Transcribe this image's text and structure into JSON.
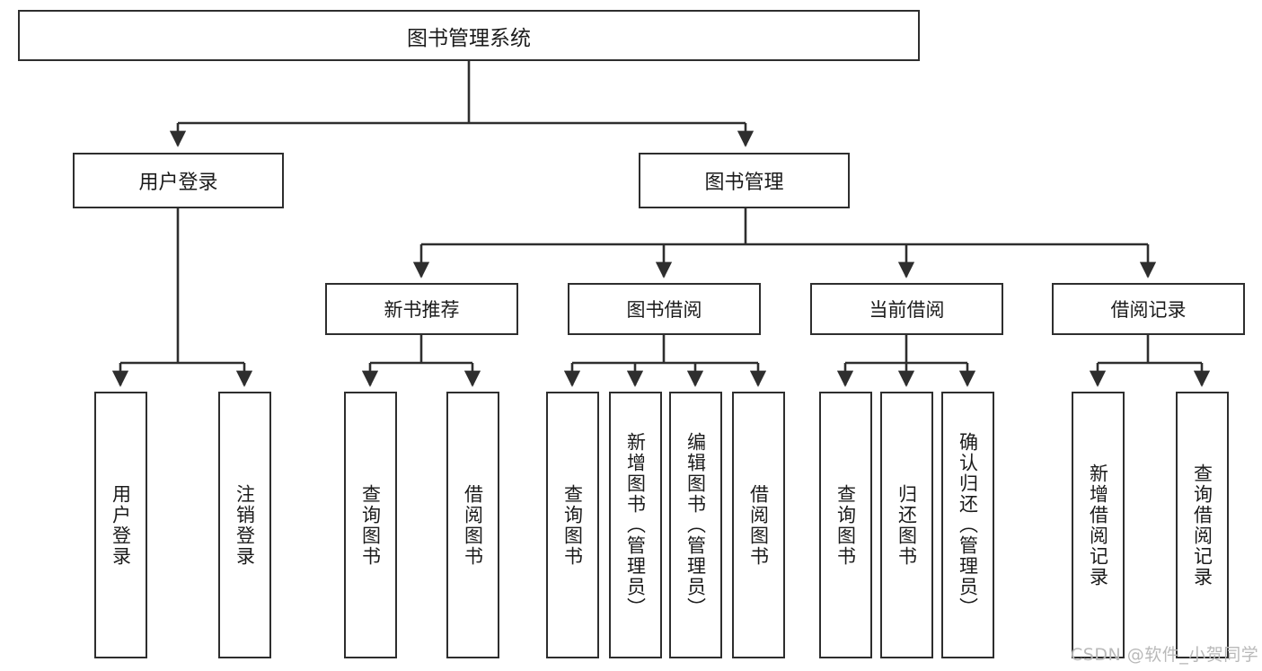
{
  "diagram": {
    "type": "tree-hierarchy-flowchart",
    "title": "图书管理系统",
    "root": {
      "id": "root",
      "label": "图书管理系统"
    },
    "level2": [
      {
        "id": "user-login",
        "label": "用户登录"
      },
      {
        "id": "book-management",
        "label": "图书管理"
      }
    ],
    "level3": [
      {
        "id": "new-book-recommend",
        "label": "新书推荐",
        "parent": "book-management"
      },
      {
        "id": "book-borrow",
        "label": "图书借阅",
        "parent": "book-management"
      },
      {
        "id": "current-borrow",
        "label": "当前借阅",
        "parent": "book-management"
      },
      {
        "id": "borrow-record",
        "label": "借阅记录",
        "parent": "book-management"
      }
    ],
    "leaves": [
      {
        "id": "leaf-user-login",
        "label": "用户登录",
        "parent": "user-login"
      },
      {
        "id": "leaf-logout-login",
        "label": "注销登录",
        "parent": "user-login"
      },
      {
        "id": "leaf-query-book-1",
        "label": "查询图书",
        "parent": "new-book-recommend"
      },
      {
        "id": "leaf-borrow-book-1",
        "label": "借阅图书",
        "parent": "new-book-recommend"
      },
      {
        "id": "leaf-query-book-2",
        "label": "查询图书",
        "parent": "book-borrow"
      },
      {
        "id": "leaf-add-book",
        "label": "新增图书（管理员）",
        "parent": "book-borrow"
      },
      {
        "id": "leaf-edit-book",
        "label": "编辑图书（管理员）",
        "parent": "book-borrow"
      },
      {
        "id": "leaf-borrow-book-2",
        "label": "借阅图书",
        "parent": "book-borrow"
      },
      {
        "id": "leaf-query-book-3",
        "label": "查询图书",
        "parent": "current-borrow"
      },
      {
        "id": "leaf-return-book",
        "label": "归还图书",
        "parent": "current-borrow"
      },
      {
        "id": "leaf-confirm-return",
        "label": "确认归还（管理员）",
        "parent": "current-borrow"
      },
      {
        "id": "leaf-add-record",
        "label": "新增借阅记录",
        "parent": "borrow-record"
      },
      {
        "id": "leaf-query-record",
        "label": "查询借阅记录",
        "parent": "borrow-record"
      }
    ],
    "watermark": "CSDN @软件_小贺同学",
    "colors": {
      "stroke": "#2e2e2e",
      "fill": "#ffffff",
      "text": "#1b1b1b",
      "watermark": "#b9b9b9"
    }
  }
}
